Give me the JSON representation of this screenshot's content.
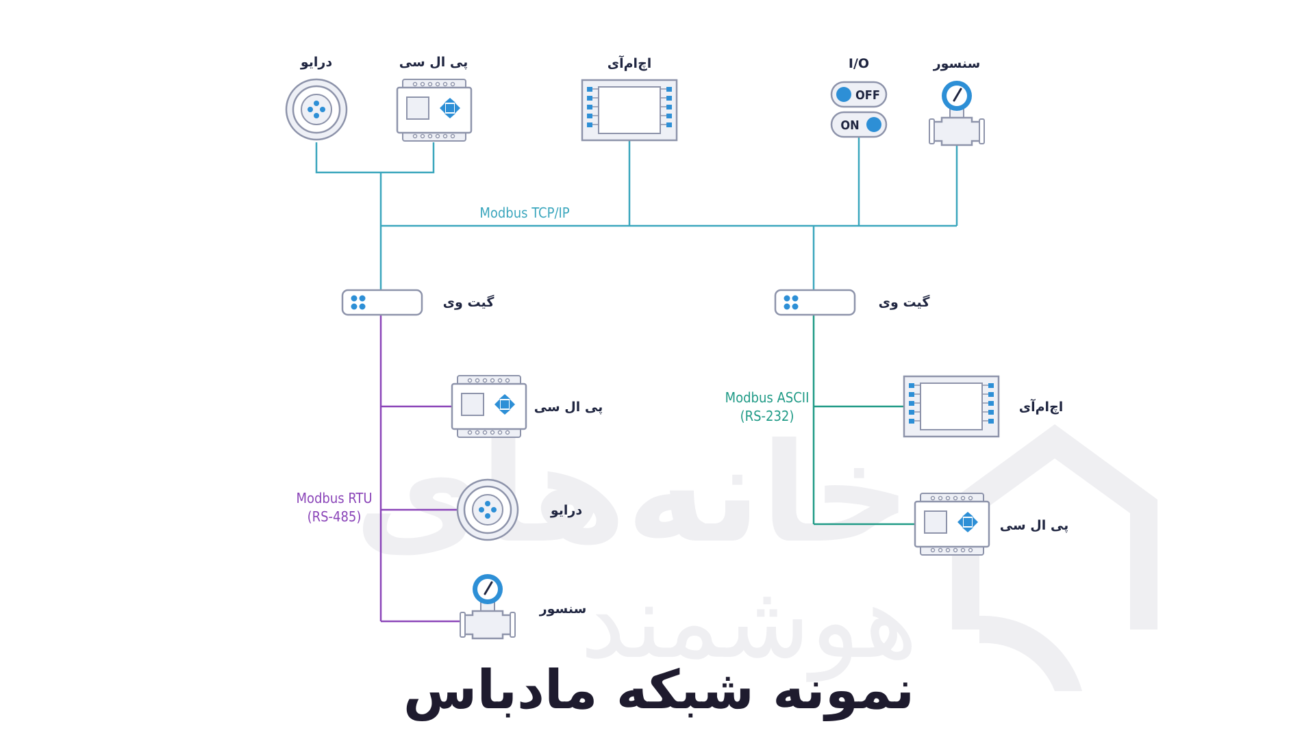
{
  "title": "نمونه شبکه مادباس",
  "watermark": {
    "line1": "خانه‌های",
    "line2": "هوشمند"
  },
  "networks": {
    "tcp": {
      "label": "Modbus TCP/IP"
    },
    "rtu": {
      "label1": "Modbus RTU",
      "label2": "(RS-485)"
    },
    "ascii": {
      "label1": "Modbus ASCII",
      "label2": "(RS-232)"
    }
  },
  "devices": {
    "top_drive": "درایو",
    "top_plc": "پی ال سی",
    "top_hmi": "اچ‌ام‌آی",
    "top_io": "I/O",
    "top_sensor": "سنسور",
    "io_off": "OFF",
    "io_on": "ON",
    "gateway_left": "گیت وی",
    "gateway_right": "گیت وی",
    "rtu_plc": "پی ال سی",
    "rtu_drive": "درایو",
    "rtu_sensor": "سنسور",
    "ascii_hmi": "اچ‌ام‌آی",
    "ascii_plc": "پی ال سی"
  },
  "colors": {
    "tcp": "#3aa6bd",
    "rtu": "#8a44b8",
    "ascii": "#1f9a86",
    "icon_blue": "#2d8fd6",
    "icon_outline": "#8d93aa",
    "icon_fill": "#eef0f6",
    "text": "#1f2540",
    "watermark": "#efeff2"
  }
}
